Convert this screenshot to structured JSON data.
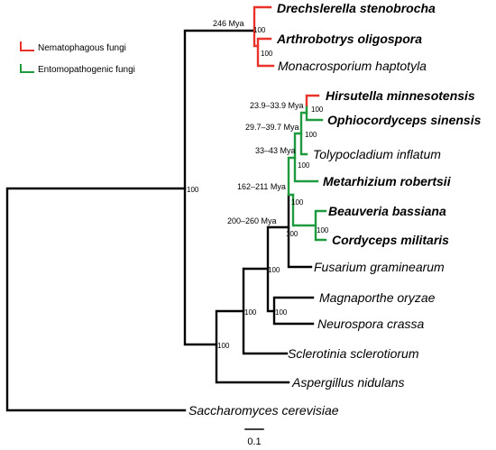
{
  "legend": {
    "nematophagous": {
      "label": "Nematophagous fungi",
      "color": "#e8322a"
    },
    "entomopathogenic": {
      "label": "Entomopathogenic fungi",
      "color": "#1f9a3f"
    }
  },
  "taxa": {
    "drechslerella": "Drechslerella stenobrocha",
    "arthrobotrys": "Arthrobotrys oligospora",
    "monacrosporium": "Monacrosporium haptotyla",
    "hirsutella": "Hirsutella minnesotensis",
    "ophiocordyceps": "Ophiocordyceps sinensis",
    "tolypocladium": "Tolypocladium inflatum",
    "metarhizium": "Metarhizium robertsii",
    "beauveria": "Beauveria bassiana",
    "cordyceps": "Cordyceps militaris",
    "fusarium": "Fusarium graminearum",
    "magnaporthe": "Magnaporthe oryzae",
    "neurospora": "Neurospora crassa",
    "sclerotinia": "Sclerotinia sclerotiorum",
    "aspergillus": "Aspergillus nidulans",
    "saccharomyces": "Saccharomyces cerevisiae"
  },
  "divergence_times": {
    "orbiliales": "246 Mya",
    "hirsutella_ophiocordyceps": "23.9–33.9 Mya",
    "ophiocordycipitaceae": "29.7–39.7 Mya",
    "tolypocladium_split": "33–43 Mya",
    "hypocreales_insect": "162–211 Mya",
    "hypocreales": "200–260 Mya"
  },
  "bootstrap": "100",
  "scale_bar": {
    "label": "0.1"
  }
}
